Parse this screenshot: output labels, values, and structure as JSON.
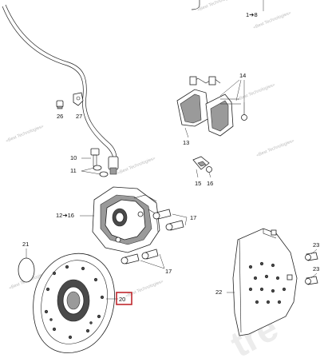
{
  "diagram": {
    "callouts": {
      "c1_8": "1➔8",
      "c14": "14",
      "c26": "26",
      "c27": "27",
      "c13": "13",
      "c10": "10",
      "c11": "11",
      "c15": "15",
      "c16": "16",
      "c12_16": "12➔16",
      "c17a": "17",
      "c21": "21",
      "c17b": "17",
      "c23a": "23",
      "c23b": "23",
      "c22": "22",
      "c20": "20"
    },
    "highlighted_callout": "20",
    "highlight_color": "#c0282e",
    "watermark_text": "«Best Technologies»",
    "background_watermark": "tre"
  }
}
